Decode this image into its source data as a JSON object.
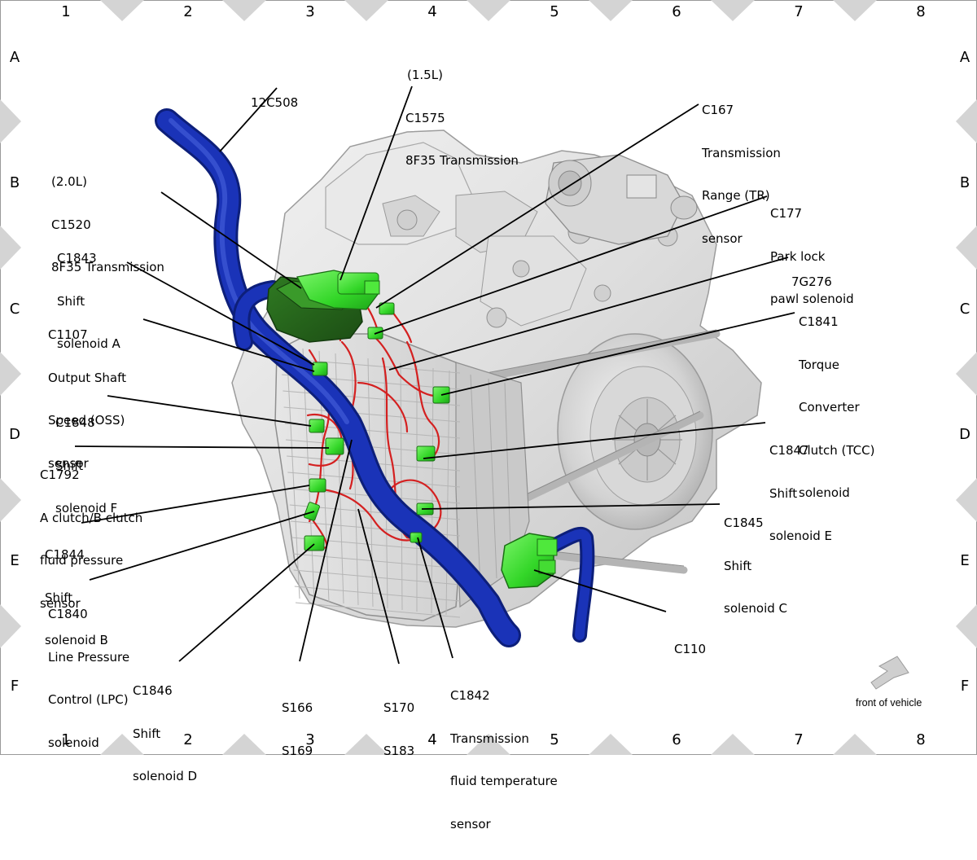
{
  "grid": {
    "columns": [
      "1",
      "2",
      "3",
      "4",
      "5",
      "6",
      "7",
      "8"
    ],
    "rows": [
      "A",
      "B",
      "C",
      "D",
      "E",
      "F"
    ]
  },
  "colors": {
    "harness": "#1a33b8",
    "connector": "#33e02a",
    "wire": "#d42020",
    "housing": "#dcdcdc"
  },
  "icons": {
    "front_arrow": "front-arrow-icon"
  },
  "orientation": {
    "front_label": "front of vehicle"
  },
  "callouts": {
    "c12C508": [
      "12C508"
    ],
    "c1575": [
      "(1.5L)",
      "C1575",
      "8F35 Transmission"
    ],
    "c167": [
      "C167",
      "Transmission",
      "Range (TR)",
      "sensor"
    ],
    "c1520": [
      "(2.0L)",
      "C1520",
      "8F35 Transmission"
    ],
    "c177": [
      "C177",
      "Park lock",
      "pawl solenoid"
    ],
    "c1843": [
      "C1843",
      "Shift",
      "solenoid A"
    ],
    "c7G276": [
      "7G276"
    ],
    "c1841": [
      "C1841",
      "Torque",
      "Converter",
      "Clutch (TCC)",
      "solenoid"
    ],
    "c1107": [
      "C1107",
      "Output Shaft",
      "Speed (OSS)",
      "sensor"
    ],
    "c1848": [
      "C1848",
      "Shift",
      "solenoid F"
    ],
    "c1847": [
      "C1847",
      "Shift",
      "solenoid E"
    ],
    "c1792": [
      "C1792",
      "A clutch/B clutch",
      "fluid pressure",
      "sensor"
    ],
    "c1845": [
      "C1845",
      "Shift",
      "solenoid C"
    ],
    "c1844": [
      "C1844",
      "Shift",
      "solenoid B"
    ],
    "c1840": [
      "C1840",
      "Line Pressure",
      "Control (LPC)",
      "solenoid"
    ],
    "c110": [
      "C110"
    ],
    "c1846": [
      "C1846",
      "Shift",
      "solenoid D"
    ],
    "s166": [
      "S166",
      "S169"
    ],
    "s170": [
      "S170",
      "S183"
    ],
    "c1842": [
      "C1842",
      "Transmission",
      "fluid temperature",
      "sensor"
    ]
  }
}
